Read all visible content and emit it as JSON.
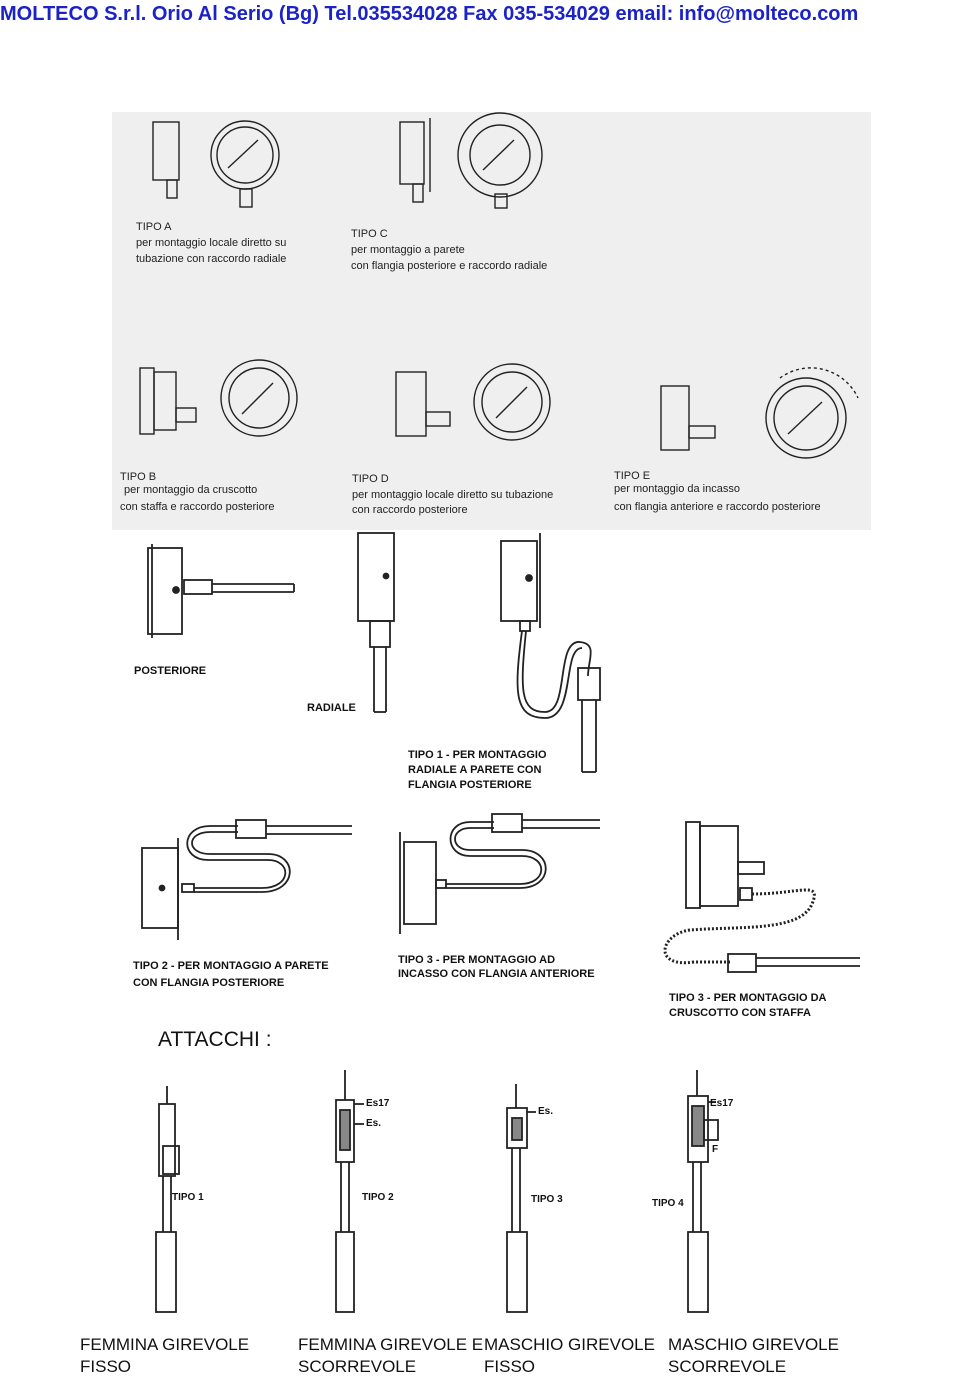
{
  "header": {
    "text": "MOLTECO S.r.l.  Orio Al Serio (Bg) Tel.035534028 Fax 035-534029 email: info@molteco.com"
  },
  "gauge_types": {
    "a": {
      "title": "TIPO A",
      "line1": "per montaggio locale diretto su",
      "line2": "tubazione con raccordo radiale"
    },
    "c": {
      "title": "TIPO C",
      "line1": "per montaggio a parete",
      "line2": "con flangia posteriore e raccordo radiale"
    },
    "b": {
      "title": "TIPO B",
      "line1": "per montaggio da cruscotto",
      "line2": "con staffa e raccordo posteriore"
    },
    "d": {
      "title": "TIPO D",
      "line1": "per montaggio locale diretto su tubazione",
      "line2": "con raccordo posteriore"
    },
    "e": {
      "title": "TIPO E",
      "line1": "per montaggio da incasso",
      "line2": "con flangia anteriore e raccordo posteriore"
    }
  },
  "mounting": {
    "posteriore": "POSTERIORE",
    "radiale": "RADIALE",
    "tipo1": {
      "line1": "TIPO 1 - PER MONTAGGIO",
      "line2": "RADIALE A PARETE CON",
      "line3": "FLANGIA POSTERIORE"
    },
    "tipo2": {
      "line1": "TIPO 2 - PER MONTAGGIO A PARETE",
      "line2": "CON FLANGIA POSTERIORE"
    },
    "tipo3a": {
      "line1": "TIPO 3 - PER MONTAGGIO AD",
      "line2": "INCASSO CON FLANGIA ANTERIORE"
    },
    "tipo3b": {
      "line1": "TIPO 3 - PER MONTAGGIO DA",
      "line2": "CRUSCOTTO CON STAFFA"
    }
  },
  "attacchi": {
    "title": "ATTACCHI :",
    "types": [
      {
        "label": "TIPO 1",
        "caption1": "FEMMINA GIREVOLE",
        "caption2": "FISSO"
      },
      {
        "label": "TIPO 2",
        "caption1": "FEMMINA GIREVOLE E",
        "caption2": "SCORREVOLE"
      },
      {
        "label": "TIPO 3",
        "caption1": "MASCHIO GIREVOLE",
        "caption2": "FISSO"
      },
      {
        "label": "TIPO 4",
        "caption1": "MASCHIO GIREVOLE",
        "caption2": "SCORREVOLE"
      }
    ],
    "marks": {
      "es17": "Es17",
      "es": "Es.",
      "f": "F"
    }
  }
}
